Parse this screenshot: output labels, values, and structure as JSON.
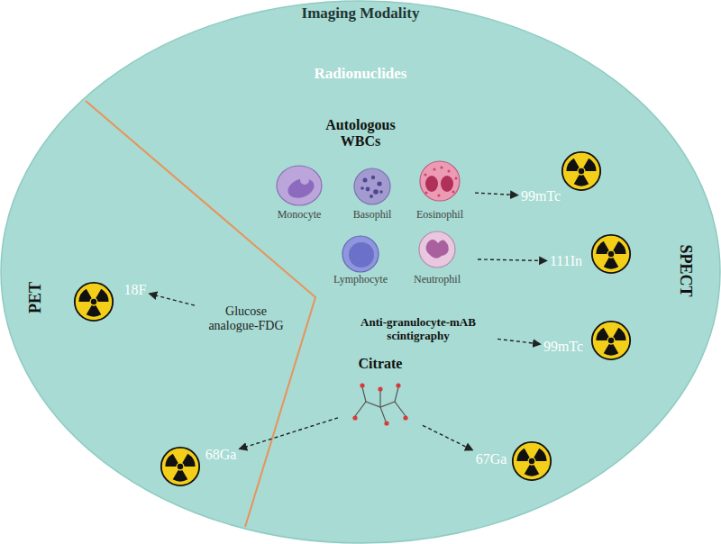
{
  "diagram": {
    "nodes": [
      {
        "text": [
          "Imaging Modality"
        ]
      },
      {
        "text": [
          "Radionuclides"
        ],
        "in": 0
      },
      {
        "text": [
          "Autologous WBCs"
        ],
        "in": 1
      },
      {
        "text": [
          "Monocyte"
        ],
        "in": 2
      },
      {
        "text": [
          "Basophil"
        ],
        "in": 2
      },
      {
        "text": [
          "Eosinophil"
        ],
        "in": 2
      },
      {
        "text": [
          "Lymphocyte"
        ],
        "in": 2
      },
      {
        "text": [
          "Neutrophil"
        ],
        "in": 2
      },
      {
        "text": [
          "Glucose analogue-FDG"
        ],
        "in": 2
      },
      {
        "text": [
          "Anti-granulocyte-mAB scintigraphy"
        ],
        "in": 2
      },
      {
        "text": [
          "Citrate"
        ],
        "in": 2
      },
      {
        "text": [
          "99mTc"
        ],
        "in": 1
      },
      {
        "text": [
          "111In"
        ],
        "in": 1
      },
      {
        "text": [
          "99mTc"
        ],
        "in": 1
      },
      {
        "text": [
          "18F"
        ],
        "in": 1
      },
      {
        "text": [
          "68Ga"
        ],
        "in": 1
      },
      {
        "text": [
          "67Ga"
        ],
        "in": 1
      }
    ],
    "edges": [
      {
        "from": 5,
        "to": 11,
        "arrow": "to"
      },
      {
        "from": 7,
        "to": 12,
        "arrow": "to"
      },
      {
        "from": 9,
        "to": 13,
        "arrow": "to"
      },
      {
        "from": 8,
        "to": 14,
        "arrow": "to"
      },
      {
        "from": 10,
        "to": 15,
        "arrow": "to"
      },
      {
        "from": 10,
        "to": 16,
        "arrow": "to"
      }
    ],
    "labels": [
      "PET",
      "SPECT"
    ]
  }
}
